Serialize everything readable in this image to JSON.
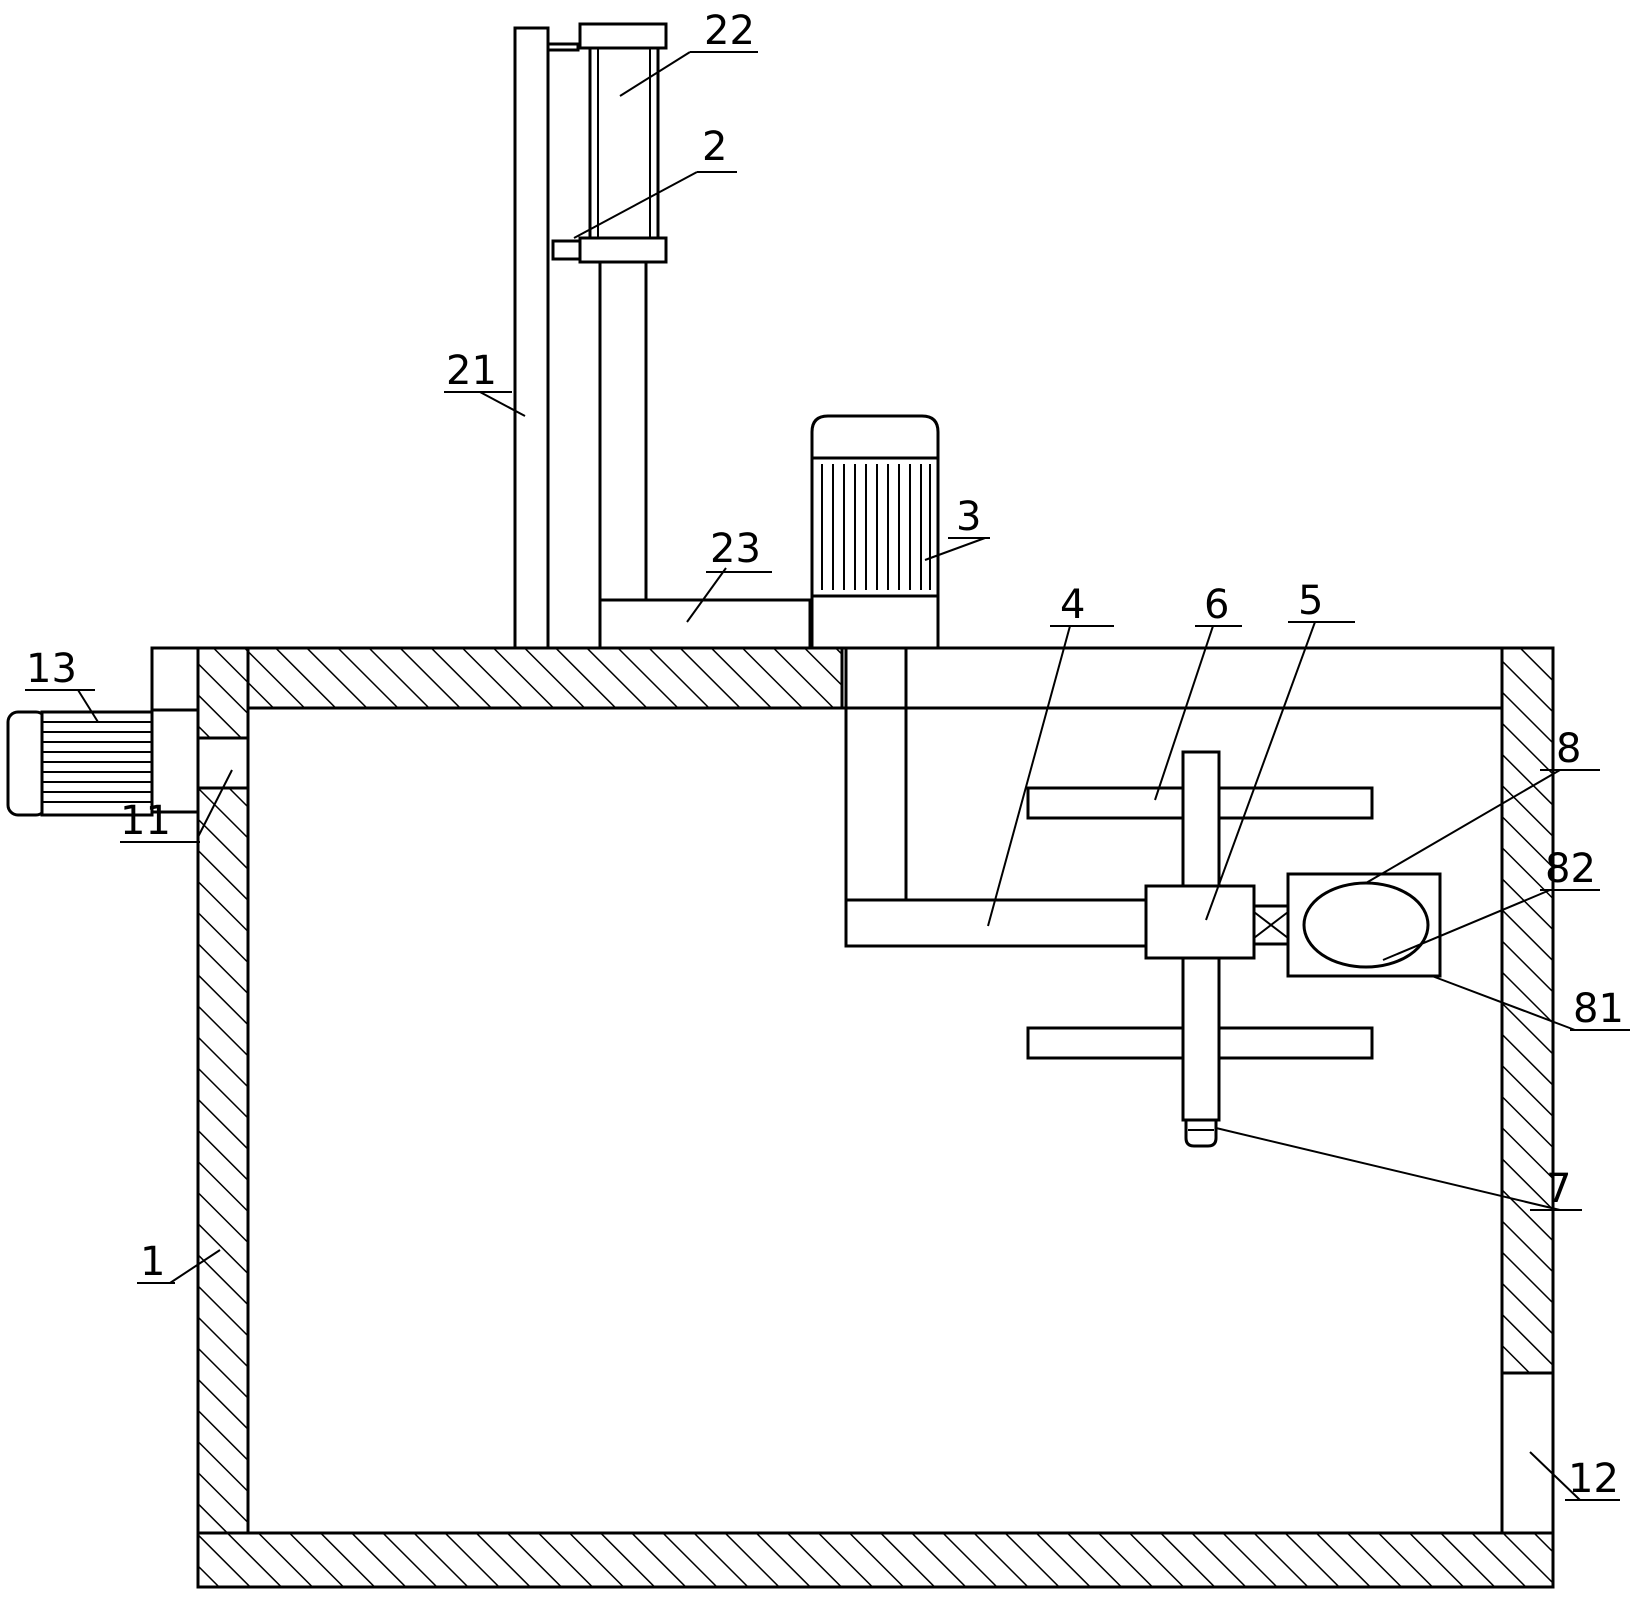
{
  "labels": [
    {
      "id": "1",
      "text": "1"
    },
    {
      "id": "2",
      "text": "2"
    },
    {
      "id": "3",
      "text": "3"
    },
    {
      "id": "4",
      "text": "4"
    },
    {
      "id": "5",
      "text": "5"
    },
    {
      "id": "6",
      "text": "6"
    },
    {
      "id": "7",
      "text": "7"
    },
    {
      "id": "8",
      "text": "8"
    },
    {
      "id": "11",
      "text": "11"
    },
    {
      "id": "12",
      "text": "12"
    },
    {
      "id": "13",
      "text": "13"
    },
    {
      "id": "21",
      "text": "21"
    },
    {
      "id": "22",
      "text": "22"
    },
    {
      "id": "23",
      "text": "23"
    },
    {
      "id": "81",
      "text": "81"
    },
    {
      "id": "82",
      "text": "82"
    }
  ]
}
